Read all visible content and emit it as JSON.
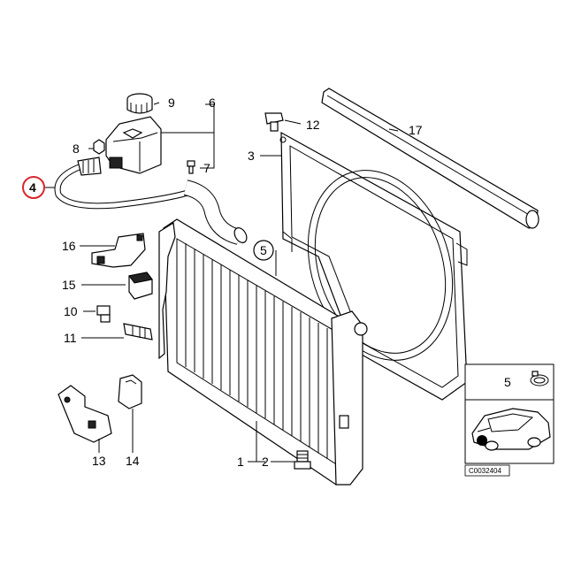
{
  "diagram": {
    "callouts": {
      "c1": "1",
      "c2": "2",
      "c3": "3",
      "c4": "4",
      "c5": "5",
      "c5b": "5",
      "c6": "6",
      "c7": "7",
      "c8": "8",
      "c9": "9",
      "c10": "10",
      "c11": "11",
      "c12": "12",
      "c13": "13",
      "c14": "14",
      "c15": "15",
      "c16": "16",
      "c17": "17"
    },
    "highlighted_callout": "4",
    "highlight_color": "#d9262c",
    "image_code": "C0032404"
  }
}
